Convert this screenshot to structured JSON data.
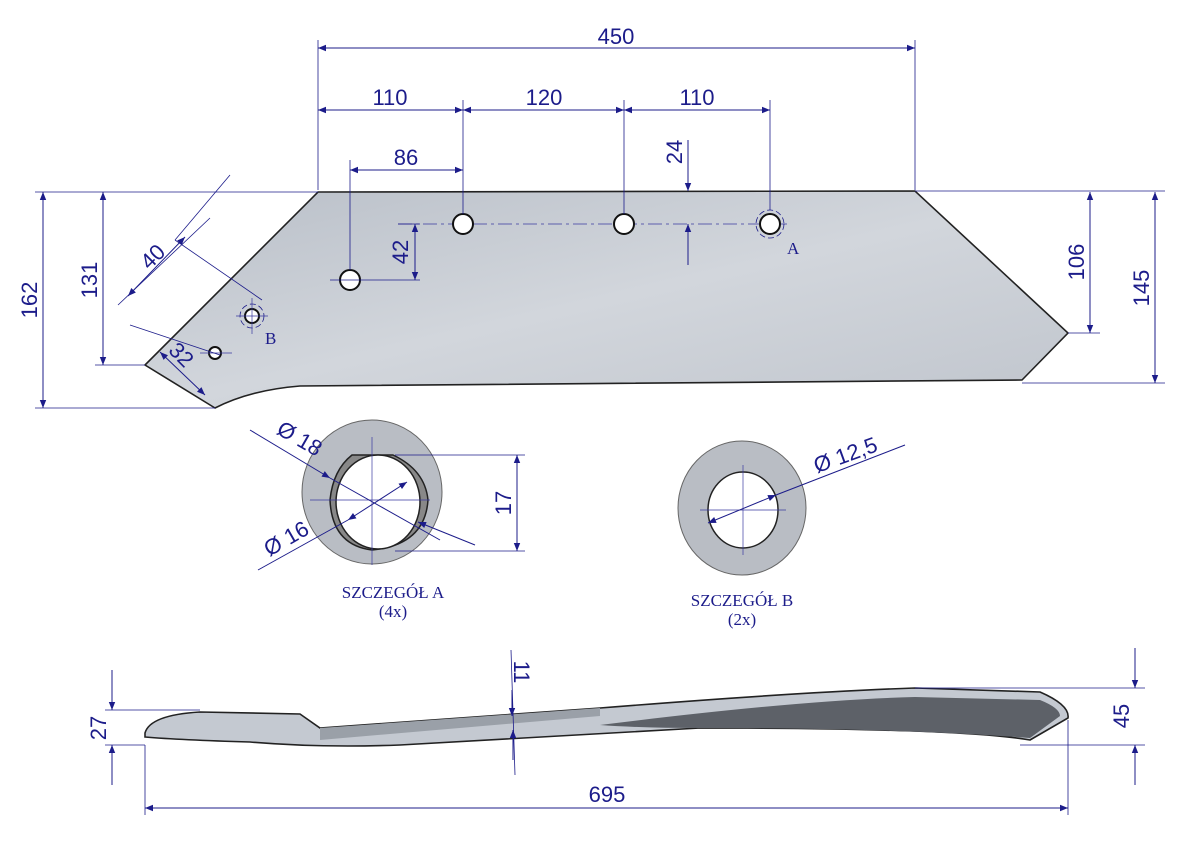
{
  "top_view": {
    "dims": {
      "overall_hole_span": "450",
      "span_1": "110",
      "span_2": "120",
      "span_3": "110",
      "offset_86": "86",
      "offset_24": "24",
      "offset_42": "42",
      "height_162": "162",
      "height_131": "131",
      "height_106": "106",
      "height_145": "145",
      "diag_40": "40",
      "diag_32": "32"
    },
    "marker_a": "A",
    "marker_b": "B"
  },
  "detail_a": {
    "dia_outer": "Ø 18",
    "dia_inner": "Ø 16",
    "height": "17",
    "title": "SZCZEGÓŁ A",
    "count": "(4x)"
  },
  "detail_b": {
    "dia": "Ø 12,5",
    "title": "SZCZEGÓŁ B",
    "count": "(2x)"
  },
  "side_view": {
    "dims": {
      "height_27": "27",
      "thickness_11": "11",
      "height_45": "45",
      "length_695": "695"
    }
  },
  "colors": {
    "dimension": "#1c1c8a",
    "plate": "#c4c9d1"
  }
}
